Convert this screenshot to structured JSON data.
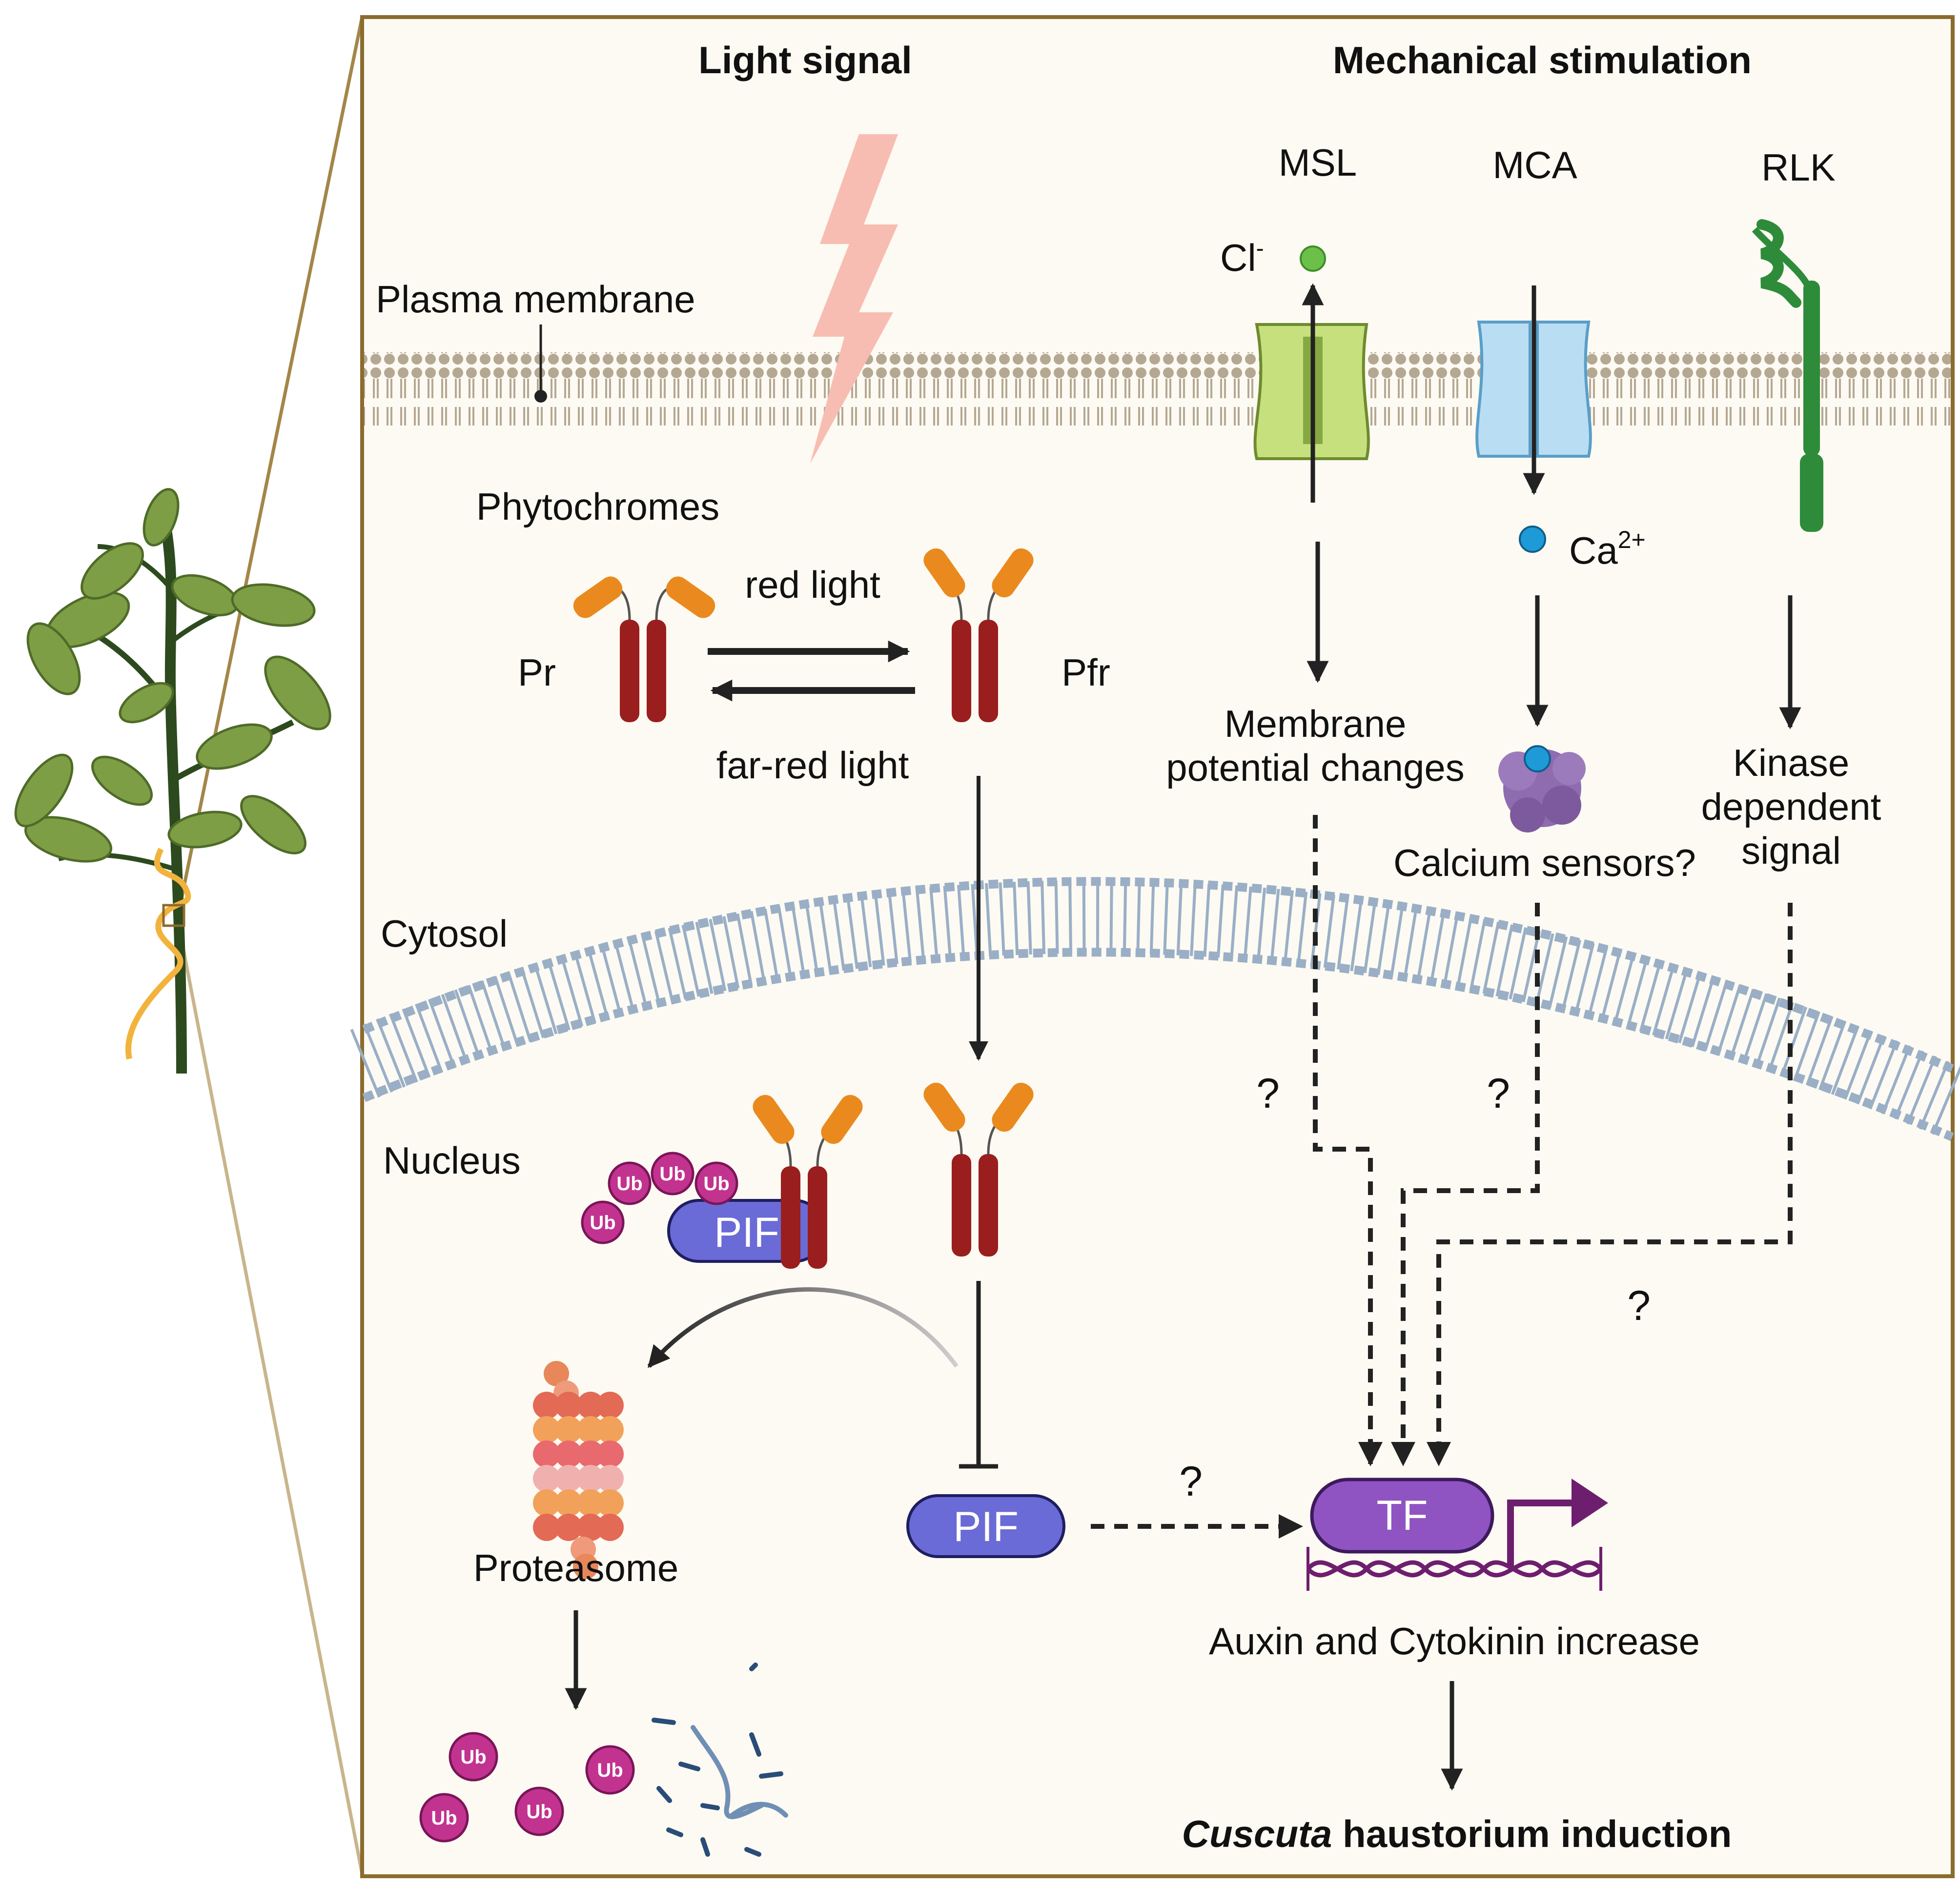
{
  "headings": {
    "light_signal": "Light signal",
    "mechanical_stimulation": "Mechanical stimulation"
  },
  "membrane": {
    "plasma_membrane": "Plasma membrane",
    "cytosol": "Cytosol",
    "nucleus": "Nucleus"
  },
  "light": {
    "phytochromes": "Phytochromes",
    "pr": "Pr",
    "pfr": "Pfr",
    "red_light": "red light",
    "far_red_light": "far-red light",
    "pif": "PIF",
    "proteasome": "Proteasome",
    "ub": "Ub"
  },
  "mechanical": {
    "msl": "MSL",
    "mca": "MCA",
    "rlk": "RLK",
    "cl_ion": "Cl",
    "cl_charge": "-",
    "ca_ion": "Ca",
    "ca_charge": "2+",
    "membrane_potential_line1": "Membrane",
    "membrane_potential_line2": "potential changes",
    "calcium_sensors": "Calcium sensors?",
    "kinase_line1": "Kinase",
    "kinase_line2": "dependent",
    "kinase_line3": "signal"
  },
  "unknown_mark": "?",
  "output": {
    "tf": "TF",
    "hormones": "Auxin and Cytokinin increase",
    "induction_italic": "Cuscuta",
    "induction_rest": " haustorium induction"
  },
  "colors": {
    "frame": "#8B6B2E",
    "panel_bg": "#FCFAF2",
    "plasma_membrane": "#B5A893",
    "nuclear_membrane": "#9AAFC6",
    "lightning": "#F7BDB2",
    "phytochrome_body": "#9A1E1E",
    "phytochrome_head": "#EA8A1E",
    "pif": "#6A6BD6",
    "ubiquitin": "#C2338F",
    "msl_channel": "#C6E07E",
    "mca_channel": "#B9DDF2",
    "rlk": "#2E8B3A",
    "tf": "#8F54C2",
    "dna": "#6E1E6E",
    "calcium_sensor": "#8F6BB0",
    "proteasome": "#E8875A"
  }
}
